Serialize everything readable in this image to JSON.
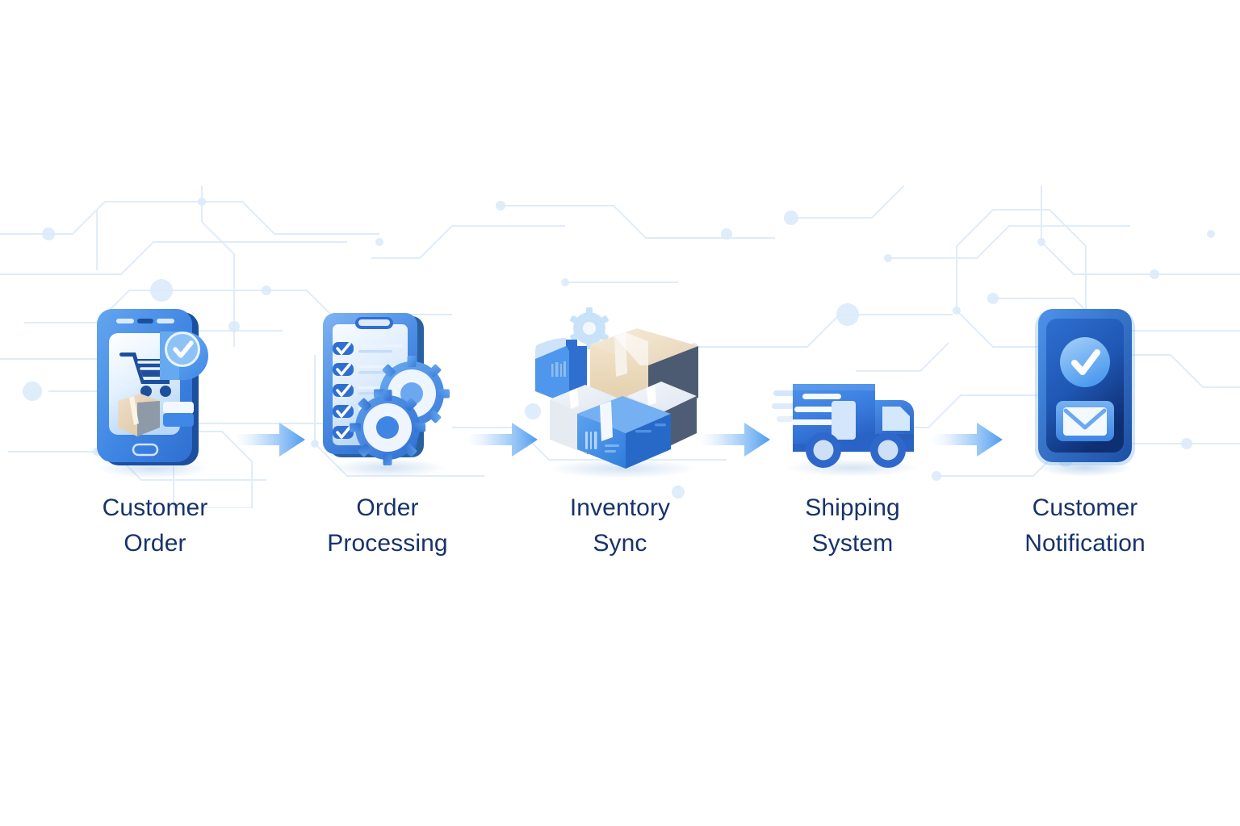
{
  "diagram": {
    "type": "process-flow",
    "orientation": "horizontal",
    "title": "",
    "background_color": "#ffffff",
    "label_color": "#17336b",
    "arrow_color_start": "#eaf3fe",
    "arrow_color_end": "#4d9bf0",
    "accent_blue": "#3b82e8",
    "deep_blue": "#1b4fa8",
    "light_blue": "#a9cdf5",
    "steps": [
      {
        "index": 1,
        "label": "Customer\nOrder",
        "line1": "Customer",
        "line2": "Order",
        "icon": "smartphone-shopping-cart-icon",
        "icon_description": "Smartphone with shopping cart, package and a blue check badge"
      },
      {
        "index": 2,
        "label": "Order\nProcessing",
        "line1": "Order",
        "line2": "Processing",
        "icon": "clipboard-checklist-gears-icon",
        "icon_description": "Clipboard with five checked items and two gears",
        "checklist_items": 5
      },
      {
        "index": 3,
        "label": "Inventory\nSync",
        "line1": "Inventory",
        "line2": "Sync",
        "icon": "stacked-boxes-icon",
        "icon_description": "Stack of cardboard and blue boxes with barcodes and a faint gear"
      },
      {
        "index": 4,
        "label": "Shipping\nSystem",
        "line1": "Shipping",
        "line2": "System",
        "icon": "delivery-truck-icon",
        "icon_description": "Blue delivery truck with motion lines"
      },
      {
        "index": 5,
        "label": "Customer\nNotification",
        "line1": "Customer",
        "line2": "Notification",
        "icon": "smartphone-notification-icon",
        "icon_description": "Dark blue smartphone with check circle and envelope notification"
      }
    ],
    "connectors": [
      {
        "from": 1,
        "to": 2,
        "icon": "arrow-right-icon"
      },
      {
        "from": 2,
        "to": 3,
        "icon": "arrow-right-icon"
      },
      {
        "from": 3,
        "to": 4,
        "icon": "arrow-right-icon"
      },
      {
        "from": 4,
        "to": 5,
        "icon": "arrow-right-icon"
      }
    ]
  }
}
